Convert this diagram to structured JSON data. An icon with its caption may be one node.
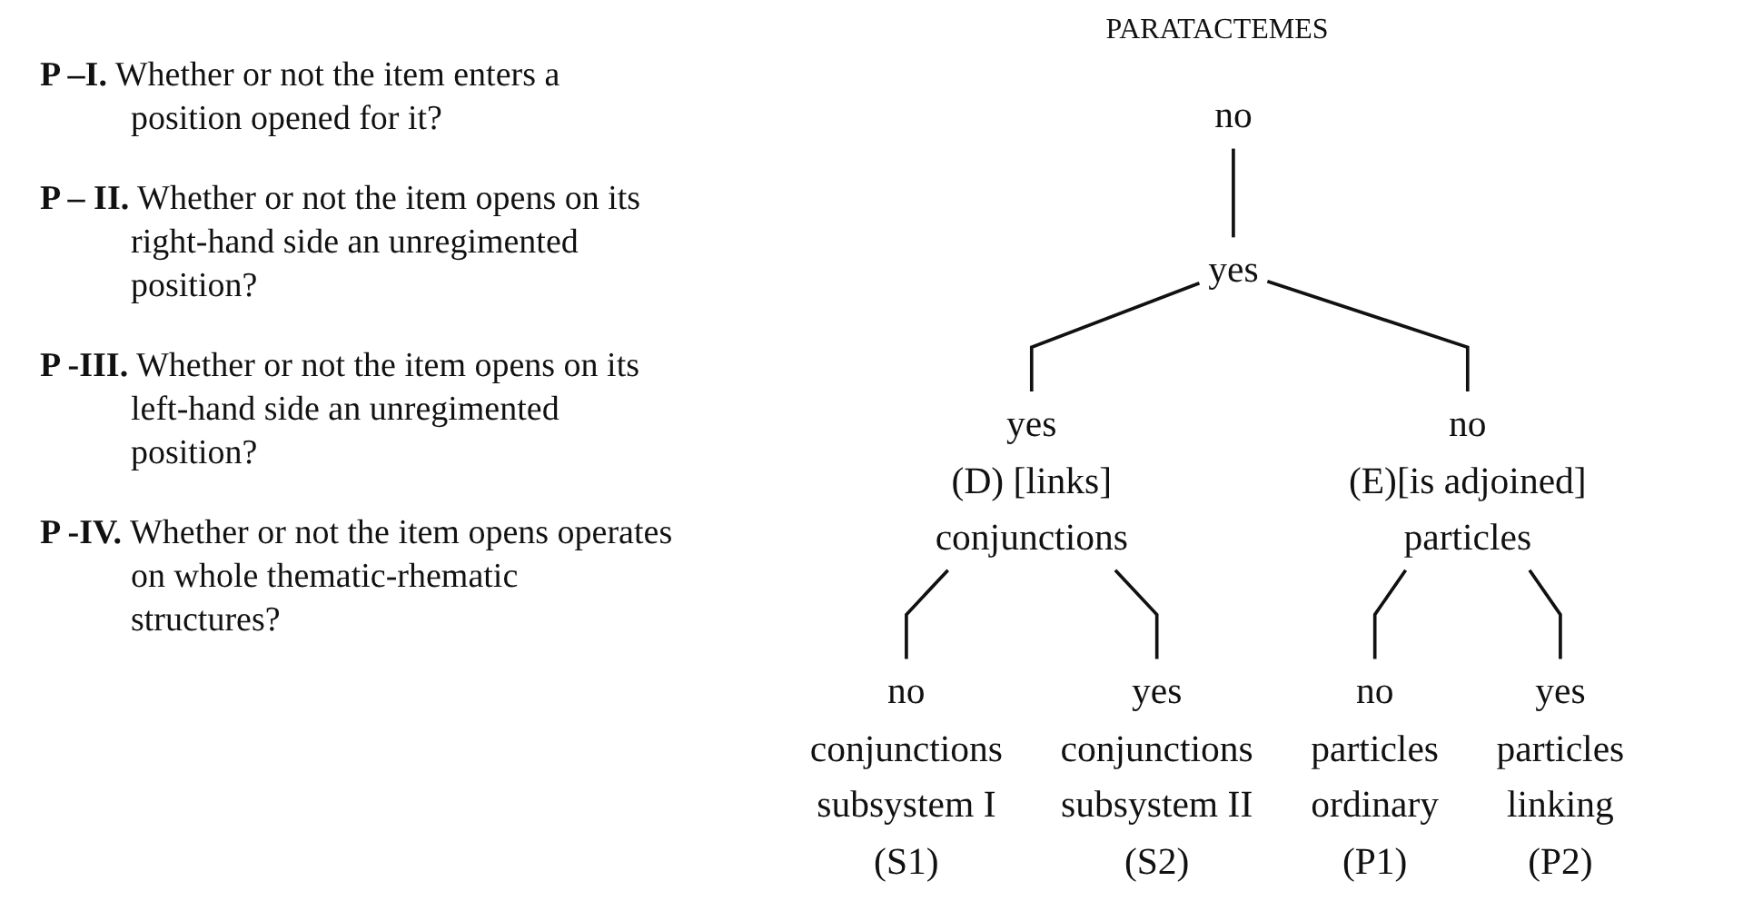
{
  "diagram": {
    "title": "PARATACTEMES",
    "nodes": [
      {
        "text": [
          "no"
        ]
      },
      {
        "text": [
          "yes"
        ]
      },
      {
        "text": [
          "yes",
          "(D) [links]",
          "conjunctions"
        ]
      },
      {
        "text": [
          "no",
          "(E)[is adjoined]",
          "particles"
        ]
      },
      {
        "text": [
          "no",
          "conjunctions",
          "subsystem I",
          "(S1)"
        ]
      },
      {
        "text": [
          "yes",
          "conjunctions",
          "subsystem II",
          "(S2)"
        ]
      },
      {
        "text": [
          "no",
          "particles",
          "ordinary",
          "(P1)"
        ]
      },
      {
        "text": [
          "yes",
          "particles",
          "linking",
          "(P2)"
        ]
      }
    ],
    "edges": [
      {
        "from": 0,
        "to": 1,
        "arrow": "none"
      },
      {
        "from": 1,
        "to": 2,
        "arrow": "none"
      },
      {
        "from": 1,
        "to": 3,
        "arrow": "none"
      },
      {
        "from": 2,
        "to": 4,
        "arrow": "none"
      },
      {
        "from": 2,
        "to": 5,
        "arrow": "none"
      },
      {
        "from": 3,
        "to": 6,
        "arrow": "none"
      },
      {
        "from": 3,
        "to": 7,
        "arrow": "none"
      }
    ],
    "labels": [
      "**P –I.** Whether or not the item enters a position opened for it?",
      "**P – II.** Whether or not the item opens on its right-hand side an unregimented position?",
      "**P -III.** Whether or not the item opens on its left-hand side an unregimented position?",
      "**P -IV.** Whether or not the item opens operates on whole thematic-rhematic structures?"
    ]
  }
}
